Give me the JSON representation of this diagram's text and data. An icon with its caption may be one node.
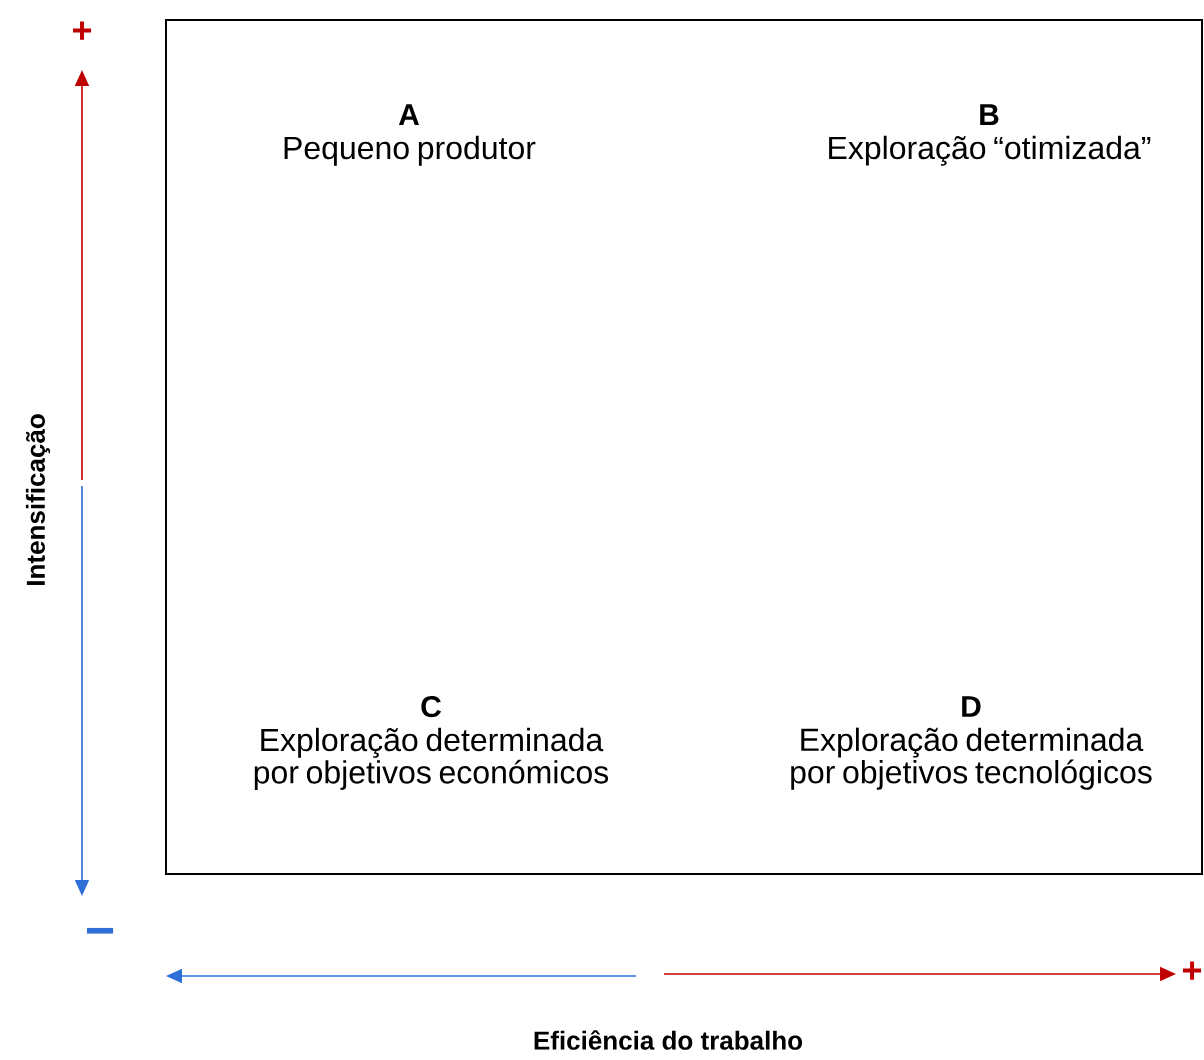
{
  "diagram": {
    "nodes": [
      {
        "text": [],
        "shape": "box"
      },
      {
        "text": [
          "A",
          "Pequeno produtor"
        ],
        "in": 0
      },
      {
        "text": [
          "B",
          "Exploração “otimizada”"
        ],
        "in": 0
      },
      {
        "text": [
          "C",
          "Exploração determinada por objetivos económicos"
        ],
        "in": 0
      },
      {
        "text": [
          "D",
          "Exploração determinada por objetivos tecnológicos"
        ],
        "in": 0
      }
    ],
    "labels": [
      "+",
      "Intensificação",
      "−",
      "+",
      "Eficiência do trabalho"
    ]
  }
}
